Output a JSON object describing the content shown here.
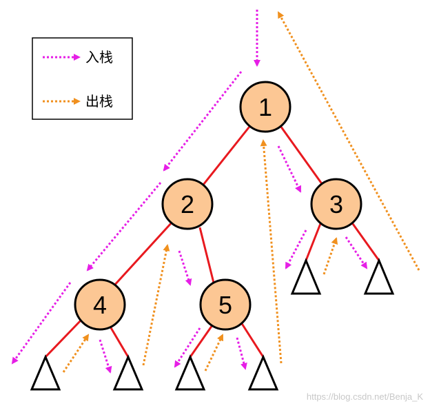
{
  "legend": {
    "push_label": "入栈",
    "pop_label": "出栈"
  },
  "nodes": [
    {
      "id": "1",
      "label": "1"
    },
    {
      "id": "2",
      "label": "2"
    },
    {
      "id": "3",
      "label": "3"
    },
    {
      "id": "4",
      "label": "4"
    },
    {
      "id": "5",
      "label": "5"
    }
  ],
  "watermark": "https://blog.csdn.net/Benja_K",
  "colors": {
    "node_fill": "#fcc794",
    "edge": "#e8191f",
    "push_arrow": "#e61ee6",
    "pop_arrow": "#f0901e",
    "outline": "#000000"
  }
}
